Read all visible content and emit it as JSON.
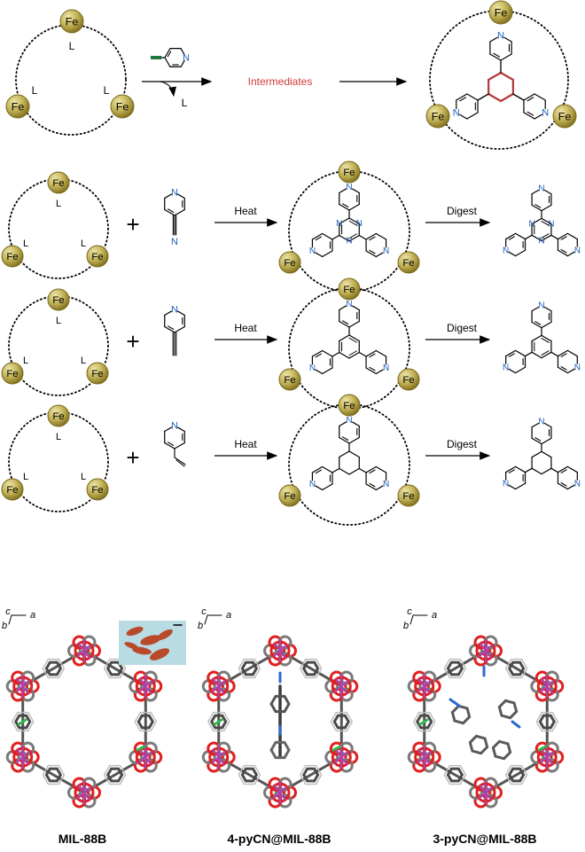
{
  "atoms": {
    "fe": "Fe",
    "l": "L",
    "n": "N"
  },
  "colors": {
    "fe_fill": "#b8a64a",
    "fe_stroke": "#7a6a1a",
    "nitrogen": "#1f5fb5",
    "intermediate_text": "#d23a3a",
    "ring_highlight": "#b33a3a",
    "reagent_green": "#1e7a3a",
    "oxygen": "#e02020",
    "iron_purple": "#b040b0",
    "carbon_grey": "#707070",
    "crystal_bg": "#b9dbe3",
    "crystal": "#b84a2a"
  },
  "scheme": {
    "intermediates_label": "Intermediates",
    "rows": [
      {
        "arrow1_label": "Heat",
        "arrow2_label": "Digest",
        "reagent": "4-cyanopyridine",
        "core": "triazine"
      },
      {
        "arrow1_label": "Heat",
        "arrow2_label": "Digest",
        "reagent": "4-ethynylpyridine",
        "core": "benzene"
      },
      {
        "arrow1_label": "Heat",
        "arrow2_label": "Digest",
        "reagent": "4-vinylpyridine",
        "core": "cyclohexane"
      }
    ]
  },
  "structures": {
    "axes": {
      "c": "c",
      "a": "a",
      "b": "b"
    },
    "panels": [
      {
        "caption": "MIL-88B"
      },
      {
        "caption": "4-pyCN@MIL-88B"
      },
      {
        "caption": "3-pyCN@MIL-88B"
      }
    ]
  }
}
